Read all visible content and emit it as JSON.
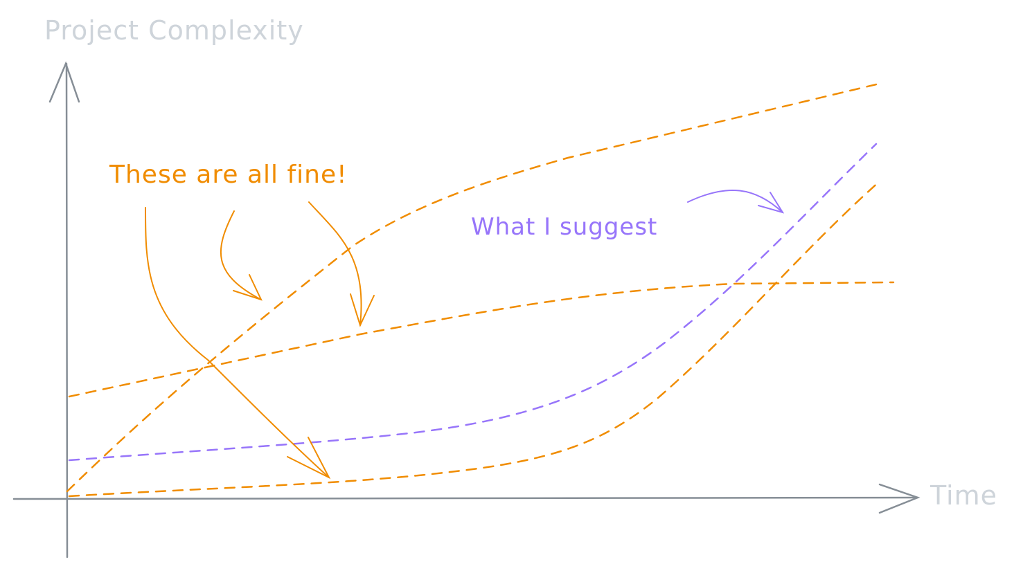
{
  "axes": {
    "y_label": "Project Complexity",
    "x_label": "Time"
  },
  "annotations": {
    "fine_label": "These are all fine!",
    "suggest_label": "What I suggest"
  },
  "colors": {
    "axis": "#868e96",
    "axis_label": "#ced4da",
    "ok_curves": "#f08c00",
    "suggested_curve": "#9775fa"
  }
}
